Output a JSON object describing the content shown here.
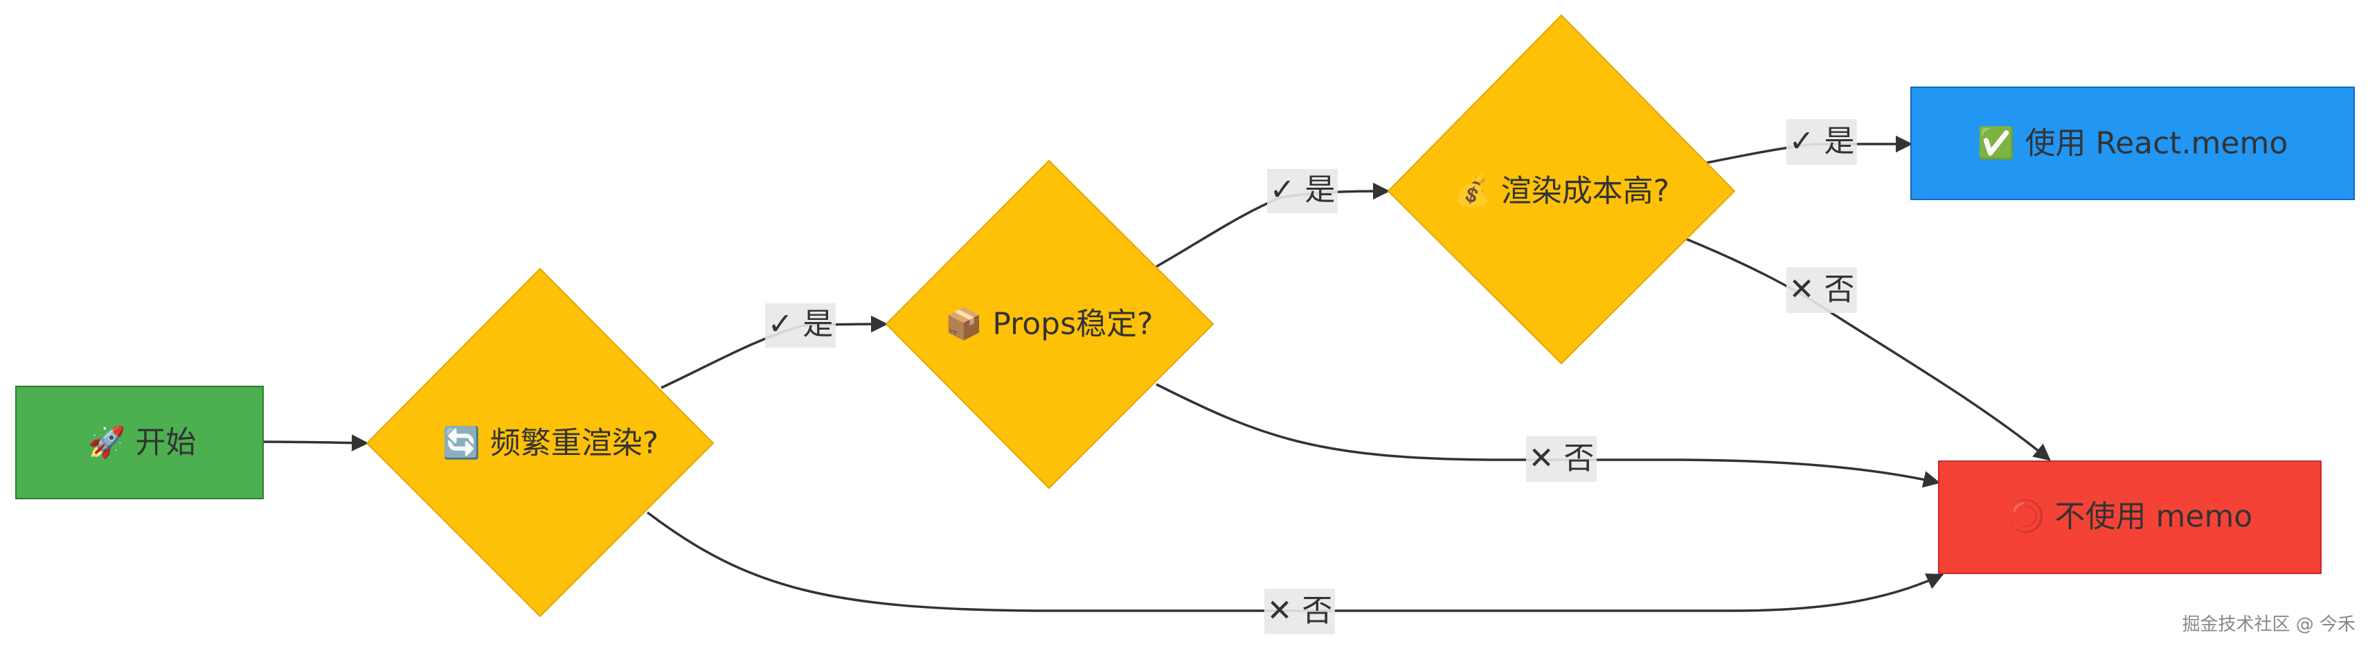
{
  "nodes": {
    "start": {
      "label": "🚀 开始",
      "color": "#4caf50"
    },
    "frequent_rerender": {
      "label": "🔄 频繁重渲染?",
      "color": "#ffc107"
    },
    "props_stable": {
      "label": "📦 Props稳定?",
      "color": "#ffc107"
    },
    "render_cost_high": {
      "label": "💰 渲染成本高?",
      "color": "#ffc107"
    },
    "use_memo": {
      "label": "✅ 使用 React.memo",
      "color": "#2196f3"
    },
    "no_memo": {
      "label": "⭕ 不使用 memo",
      "color": "#f44336"
    }
  },
  "edges": {
    "yes1": "✓ 是",
    "yes2": "✓ 是",
    "yes3": "✓ 是",
    "no1": "✕ 否",
    "no2": "✕ 否",
    "no3": "✕ 否"
  },
  "watermark": "掘金技术社区 @ 今禾"
}
